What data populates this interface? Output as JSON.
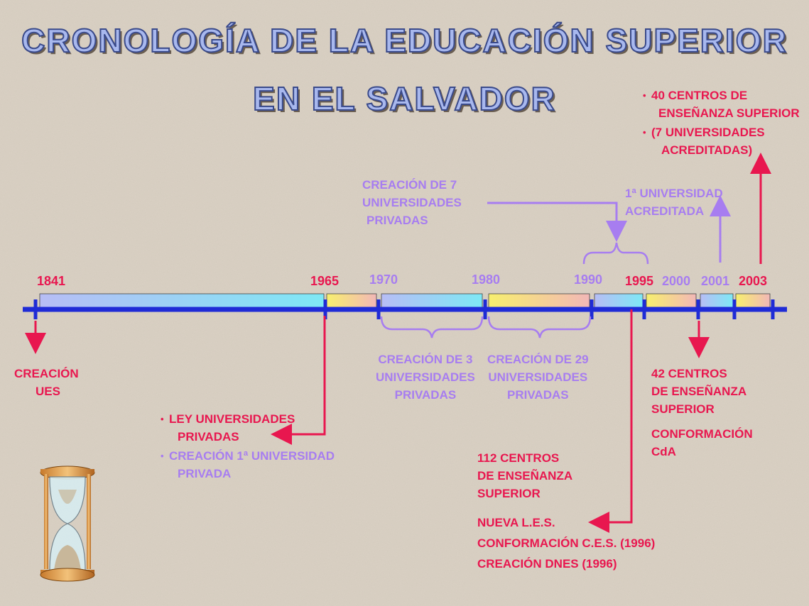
{
  "title": {
    "line1": "CRONOLOGÍA DE LA EDUCACIÓN SUPERIOR",
    "line2": "EN EL SALVADOR"
  },
  "years": {
    "y1841": "1841",
    "y1965": "1965",
    "y1970": "1970",
    "y1980": "1980",
    "y1990": "1990",
    "y1995": "1995",
    "y2000": "2000",
    "y2001": "2001",
    "y2003": "2003"
  },
  "events": {
    "creacion_ues": [
      "CREACIÓN",
      "UES"
    ],
    "ley_privadas": [
      "LEY UNIVERSIDADES",
      "PRIVADAS"
    ],
    "primera_privada": [
      "CREACIÓN 1ª UNIVERSIDAD",
      "PRIVADA"
    ],
    "tres_privadas": [
      "CREACIÓN DE 3",
      "UNIVERSIDADES",
      "PRIVADAS"
    ],
    "veintinueve_privadas": [
      "CREACIÓN DE 29",
      "UNIVERSIDADES",
      "PRIVADAS"
    ],
    "siete_privadas": [
      "CREACIÓN DE 7",
      "UNIVERSIDADES",
      "PRIVADAS"
    ],
    "primera_acreditada": [
      "1ª UNIVERSIDAD",
      "ACREDITADA"
    ],
    "cuarenta_centros": [
      "40 CENTROS DE",
      "ENSEÑANZA SUPERIOR"
    ],
    "siete_acreditadas": [
      "(7 UNIVERSIDADES",
      "ACREDITADAS)"
    ],
    "cuarentaydos_centros": [
      "42 CENTROS",
      "DE ENSEÑANZA",
      "SUPERIOR"
    ],
    "conformacion_cda": [
      "CONFORMACIÓN",
      "CdA"
    ],
    "ciento_doce": [
      "112 CENTROS",
      "DE ENSEÑANZA",
      "SUPERIOR"
    ],
    "nueva_les": [
      "NUEVA L.E.S.",
      "CONFORMACIÓN C.E.S. (1996)",
      "CREACIÓN DNES (1996)"
    ]
  },
  "colors": {
    "red": "#e8174f",
    "violet": "#a77df0",
    "axis": "#1f2bd6",
    "title_fill": "#a8b8ee",
    "title_stroke": "#3a4a8a"
  },
  "icons": {
    "hourglass": "hourglass-icon"
  }
}
